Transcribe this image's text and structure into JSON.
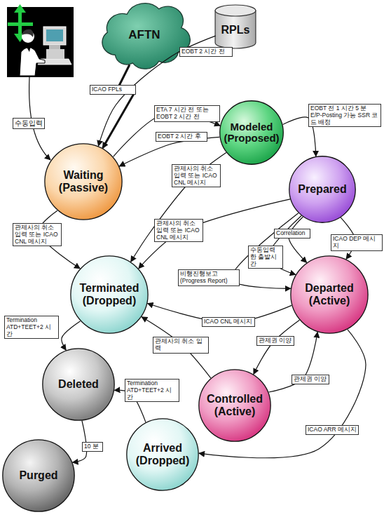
{
  "diagram": {
    "nodes": [
      {
        "text": [
          "AFTN"
        ]
      },
      {
        "text": [
          "RPLs"
        ]
      },
      {
        "text": [
          "Modeled (Proposed)"
        ]
      },
      {
        "text": [
          "Waiting (Passive)"
        ]
      },
      {
        "text": [
          "Prepared"
        ]
      },
      {
        "text": [
          "Terminated (Dropped)"
        ]
      },
      {
        "text": [
          "Departed (Active)"
        ]
      },
      {
        "text": [
          "Deleted"
        ]
      },
      {
        "text": [
          "Controlled (Active)"
        ]
      },
      {
        "text": [
          "Arrived (Dropped)"
        ]
      },
      {
        "text": [
          "Purged"
        ]
      }
    ],
    "edges": [
      {
        "from": 0,
        "to": 3,
        "label": "ICAO FPLs",
        "arrow": "to"
      },
      {
        "from": 1,
        "to": 3,
        "label": "EOBT 2 시간 전",
        "arrow": "to"
      },
      {
        "from": 3,
        "to": 2,
        "label": "ETA 7 시간 전 또는 EOBT 2 시간 전",
        "arrow": "to"
      },
      {
        "from": 2,
        "to": 3,
        "label": "EOBT 2 시간 후",
        "arrow": "to"
      },
      {
        "from": 2,
        "to": 4,
        "label": "EOBT 전 1 시간 5 분 E/P-Posting 가능 SSR 코드 배정",
        "arrow": "to"
      },
      {
        "from": 2,
        "to": 5,
        "label": "관제사의 취소 입력 또는 ICAO CNL 메시지",
        "arrow": "to"
      },
      {
        "from": 3,
        "to": 5,
        "label": "관제사의 취소 입력 또는 ICAO CNL 메시지",
        "arrow": "to"
      },
      {
        "from": 4,
        "to": 5,
        "label": "관제사의 취소 입력 또는 ICAO CNL 메시지",
        "arrow": "to"
      },
      {
        "from": 4,
        "to": 6,
        "label": "Correlation",
        "arrow": "to"
      },
      {
        "from": 4,
        "to": 6,
        "label": "수동입력 한 출발시간",
        "arrow": "to"
      },
      {
        "from": 4,
        "to": 6,
        "label": "ICAO DEP 메시지",
        "arrow": "to"
      },
      {
        "from": 4,
        "to": 6,
        "label": "비행진행보고 (Progress Report)",
        "arrow": "to"
      },
      {
        "from": 6,
        "to": 5,
        "label": "ICAO CNL 메시지",
        "arrow": "to"
      },
      {
        "from": 8,
        "to": 5,
        "label": "관제사의 취소 입력",
        "arrow": "to"
      },
      {
        "from": 6,
        "to": 8,
        "label": "관제권 이양",
        "arrow": "to"
      },
      {
        "from": 8,
        "to": 6,
        "label": "관제권 이양",
        "arrow": "to"
      },
      {
        "from": 6,
        "to": 9,
        "label": "ICAO ARR 메시지",
        "arrow": "to"
      },
      {
        "from": 5,
        "to": 7,
        "label": "Termination ATD+TEET+2 시간",
        "arrow": "to"
      },
      {
        "from": 9,
        "to": 7,
        "label": "Termination ATD+TEET+2 시간",
        "arrow": "to"
      },
      {
        "from": 7,
        "to": 10,
        "label": "10 분",
        "arrow": "to"
      }
    ],
    "labels": [
      "수동입력"
    ]
  }
}
